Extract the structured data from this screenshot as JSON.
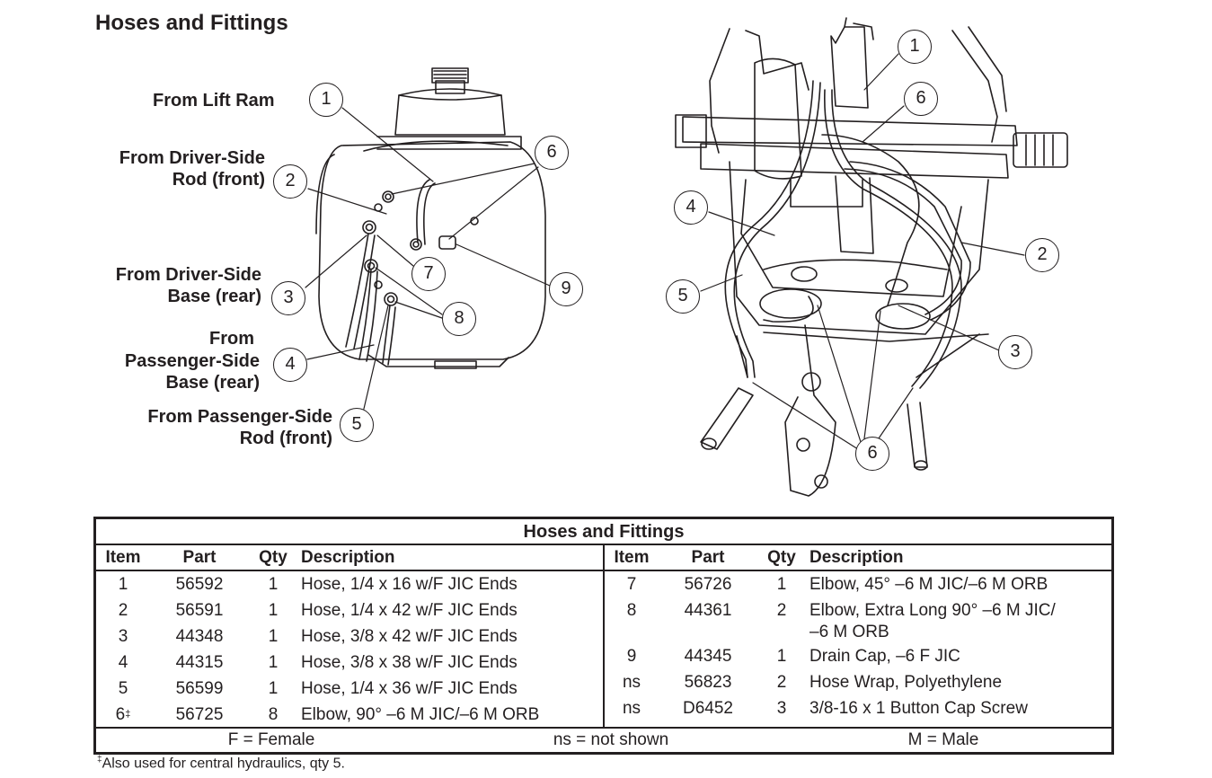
{
  "page_title": "Hoses and Fittings",
  "left_diagram": {
    "labels": {
      "lift_ram": "From Lift Ram",
      "driver_rod_l1": "From Driver-Side",
      "driver_rod_l2": "Rod (front)",
      "driver_base_l1": "From Driver-Side",
      "driver_base_l2": "Base (rear)",
      "pass_base_l1": "From",
      "pass_base_l2": "Passenger-Side",
      "pass_base_l3": "Base (rear)",
      "pass_rod_l1": "From Passenger-Side",
      "pass_rod_l2": "Rod (front)"
    },
    "callouts": [
      "1",
      "2",
      "3",
      "4",
      "5",
      "6",
      "7",
      "8",
      "9"
    ]
  },
  "right_diagram": {
    "callouts": [
      "1",
      "6",
      "4",
      "2",
      "5",
      "3",
      "6"
    ]
  },
  "table": {
    "title": "Hoses and Fittings",
    "headers": {
      "item": "Item",
      "part": "Part",
      "qty": "Qty",
      "description": "Description"
    },
    "left_rows": [
      {
        "item": "1",
        "part": "56592",
        "qty": "1",
        "description": "Hose, 1/4 x 16 w/F JIC Ends"
      },
      {
        "item": "2",
        "part": "56591",
        "qty": "1",
        "description": "Hose, 1/4 x 42 w/F JIC Ends"
      },
      {
        "item": "3",
        "part": "44348",
        "qty": "1",
        "description": "Hose, 3/8 x 42 w/F JIC Ends"
      },
      {
        "item": "4",
        "part": "44315",
        "qty": "1",
        "description": "Hose, 3/8 x 38 w/F JIC Ends"
      },
      {
        "item": "5",
        "part": "56599",
        "qty": "1",
        "description": "Hose, 1/4 x 36 w/F JIC Ends"
      },
      {
        "item": "6",
        "mark": "‡",
        "part": "56725",
        "qty": "8",
        "description": "Elbow, 90° –6 M JIC/–6 M ORB"
      }
    ],
    "right_rows": [
      {
        "item": "7",
        "part": "56726",
        "qty": "1",
        "description": "Elbow, 45° –6 M JIC/–6 M ORB"
      },
      {
        "item": "8",
        "part": "44361",
        "qty": "2",
        "description": "Elbow, Extra Long 90° –6 M JIC/",
        "description2": "–6 M ORB"
      },
      {
        "item": "9",
        "part": "44345",
        "qty": "1",
        "description": "Drain Cap, –6 F JIC"
      },
      {
        "item": "ns",
        "part": "56823",
        "qty": "2",
        "description": "Hose Wrap, Polyethylene"
      },
      {
        "item": "ns",
        "part": "D6452",
        "qty": "3",
        "description": "3/8-16 x 1 Button Cap Screw"
      }
    ],
    "legend": {
      "female": "F = Female",
      "not_shown": "ns = not shown",
      "male": "M = Male"
    }
  },
  "footnote": {
    "mark": "‡",
    "text": "Also used for central hydraulics, qty 5."
  }
}
